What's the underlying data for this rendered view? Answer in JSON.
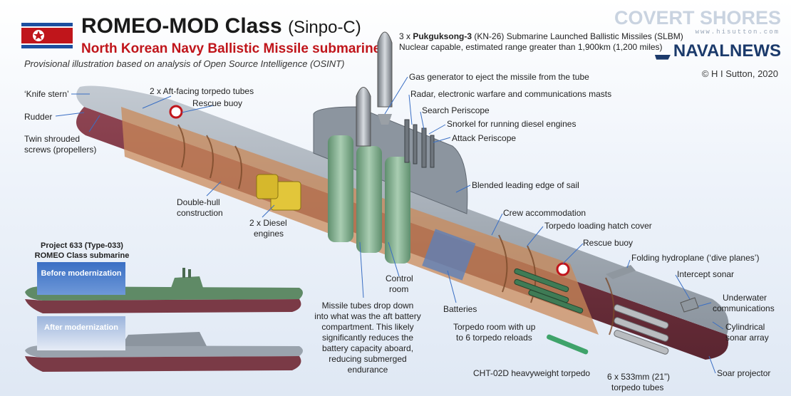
{
  "header": {
    "title": "ROMEO-MOD Class",
    "title_suffix": "(Sinpo-C)",
    "subtitle": "North Korean Navy Ballistic Missile submarine",
    "note": "Provisional illustration based on analysis of Open Source Intelligence (OSINT)"
  },
  "branding": {
    "brand1": "COVERT SHORES",
    "brand1_url": "www.hisutton.com",
    "brand2": "NAVALNEWS",
    "copyright": "© H I Sutton, 2020"
  },
  "missile_note": {
    "prefix": "3 x ",
    "name": "Pukguksong-3",
    "line1_rest": " (KN-26) Submarine Launched Ballistic Missiles (SLBM)",
    "line2": "Nuclear capable, estimated range greater than 1,900km (1,200 miles)"
  },
  "labels": {
    "knife_stern": "‘Knife stern’",
    "rudder": "Rudder",
    "twin_screws_1": "Twin shrouded",
    "twin_screws_2": "screws (propellers)",
    "aft_tubes": "2 x Aft-facing torpedo tubes",
    "rescue_buoy_aft": "Rescue buoy",
    "double_hull_1": "Double-hull",
    "double_hull_2": "construction",
    "diesel_1": "2 x Diesel",
    "diesel_2": "engines",
    "gas_generator": "Gas generator to eject the missile from the tube",
    "masts": "Radar, electronic warfare and communications masts",
    "search_periscope": "Search Periscope",
    "snorkel": "Snorkel for running diesel engines",
    "attack_periscope": "Attack Periscope",
    "blended_sail": "Blended leading edge of sail",
    "crew": "Crew accommodation",
    "hatch": "Torpedo loading hatch cover",
    "rescue_buoy_fwd": "Rescue buoy",
    "hydroplane": "Folding hydroplane (‘dive planes’)",
    "intercept_sonar": "Intercept sonar",
    "underwater_comms_1": "Underwater",
    "underwater_comms_2": "communications",
    "cylindrical_1": "Cylindrical",
    "cylindrical_2": "sonar array",
    "soar": "Soar projector",
    "torpedo_tubes_1": "6 x 533mm (21”)",
    "torpedo_tubes_2": "torpedo tubes",
    "cht": "CHT-02D heavyweight torpedo",
    "torpedo_room_1": "Torpedo room with up",
    "torpedo_room_2": "to 6 torpedo reloads",
    "batteries": "Batteries",
    "control_1": "Control",
    "control_2": "room",
    "missile_tubes": [
      "Missile tubes drop down",
      "into what was the aft battery",
      "compartment. This likely",
      "significantly reduces the",
      "battery capacity aboard,",
      "reducing submerged",
      "endurance"
    ]
  },
  "comparison": {
    "header_1": "Project 633 (Type-033)",
    "header_2": "ROMEO Class submarine",
    "before": "Before modernization",
    "after": "After modernization"
  },
  "colors": {
    "hull_upper": "#9aa3ad",
    "hull_lower": "#7a3a46",
    "flag_red": "#c0151b",
    "flag_blue": "#1d4fa0",
    "subtitle_red": "#c0151b",
    "accent_blue": "#3a6fc4"
  }
}
